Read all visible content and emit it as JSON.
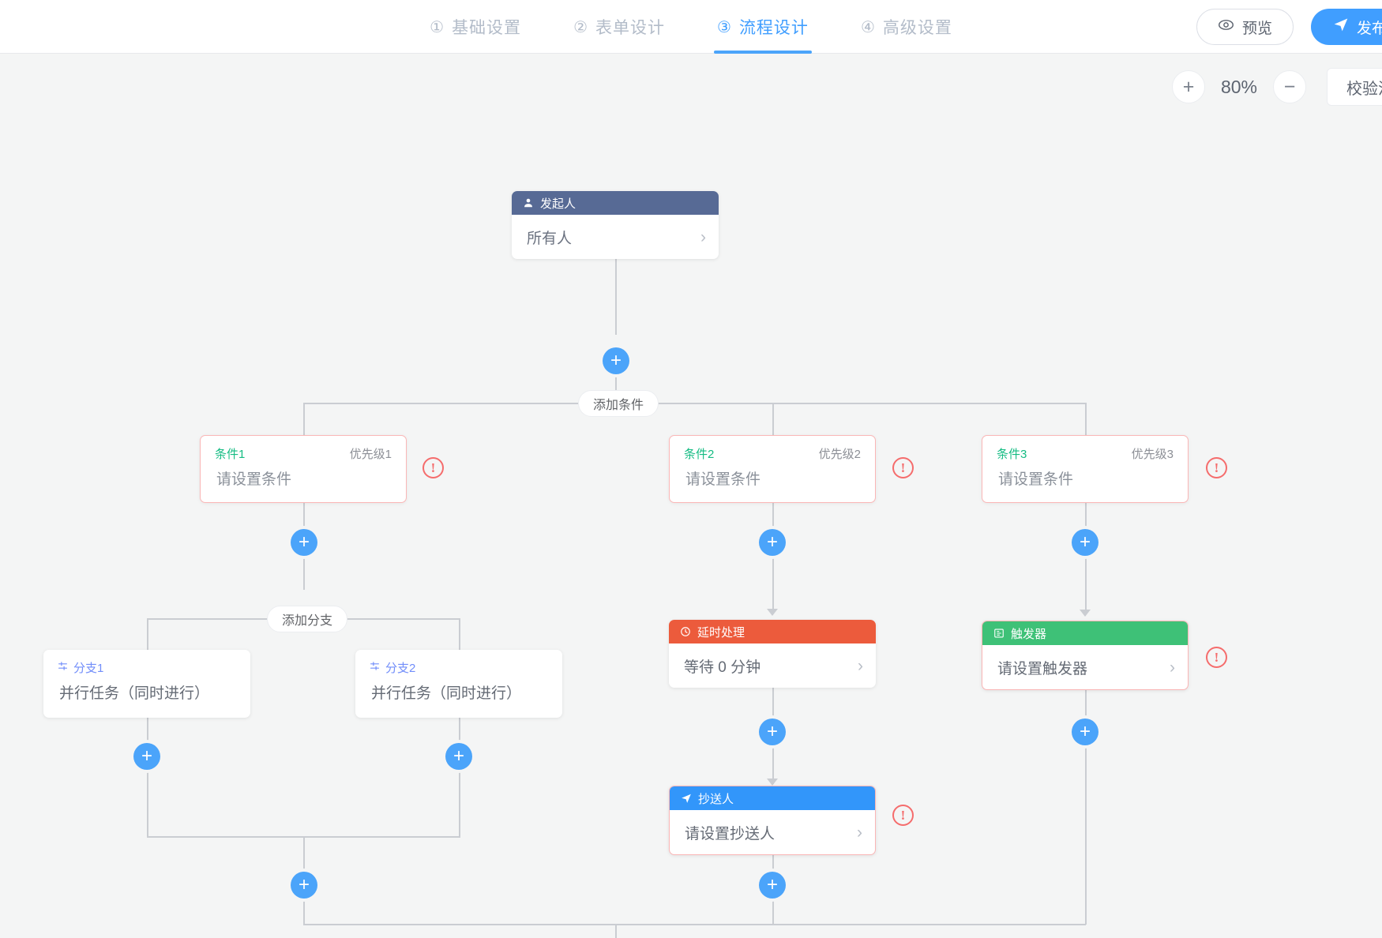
{
  "header": {
    "steps": [
      {
        "num": "①",
        "label": "基础设置",
        "active": false
      },
      {
        "num": "②",
        "label": "表单设计",
        "active": false
      },
      {
        "num": "③",
        "label": "流程设计",
        "active": true
      },
      {
        "num": "④",
        "label": "高级设置",
        "active": false
      }
    ],
    "preview_label": "预览",
    "publish_label": "发布",
    "accent_color": "#409eff"
  },
  "toolbar": {
    "zoom_in": "+",
    "zoom_value": "80%",
    "zoom_out": "−",
    "validate_label": "校验流程"
  },
  "flow": {
    "initiator": {
      "header_label": "发起人",
      "header_icon": "user-icon",
      "value": "所有人",
      "header_color": "#576a95"
    },
    "add_condition_label": "添加条件",
    "add_branch_label": "添加分支",
    "conditions": [
      {
        "name": "条件1",
        "priority": "优先级1",
        "value": "请设置条件",
        "error": true
      },
      {
        "name": "条件2",
        "priority": "优先级2",
        "value": "请设置条件",
        "error": true
      },
      {
        "name": "条件3",
        "priority": "优先级3",
        "value": "请设置条件",
        "error": true
      }
    ],
    "branches": [
      {
        "name": "分支1",
        "value": "并行任务（同时进行）",
        "icon": "parallel-icon"
      },
      {
        "name": "分支2",
        "value": "并行任务（同时进行）",
        "icon": "parallel-icon"
      }
    ],
    "delay_node": {
      "header_label": "延时处理",
      "header_icon": "clock-icon",
      "value": "等待 0 分钟",
      "header_color": "#ec5b3c",
      "error": false
    },
    "trigger_node": {
      "header_label": "触发器",
      "header_icon": "trigger-icon",
      "value": "请设置触发器",
      "header_color": "#3ec177",
      "error": true
    },
    "cc_node": {
      "header_label": "抄送人",
      "header_icon": "send-icon",
      "value": "请设置抄送人",
      "header_color": "#3296fa",
      "error": true
    },
    "add_node_label": "+",
    "error_badge_label": "!"
  }
}
